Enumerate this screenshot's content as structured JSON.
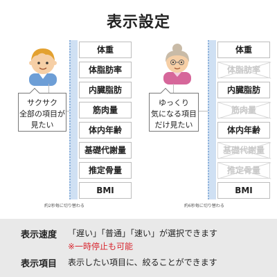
{
  "title": "表示設定",
  "left": {
    "bubble_lines": [
      "サクサク",
      "全部の項目が",
      "見たい"
    ],
    "items": [
      {
        "label": "体重",
        "enabled": true
      },
      {
        "label": "体脂肪率",
        "enabled": true
      },
      {
        "label": "内臓脂肪",
        "enabled": true
      },
      {
        "label": "筋肉量",
        "enabled": true
      },
      {
        "label": "体内年齢",
        "enabled": true
      },
      {
        "label": "基礎代謝量",
        "enabled": true
      },
      {
        "label": "推定骨量",
        "enabled": true
      },
      {
        "label": "BMI",
        "enabled": true
      }
    ],
    "caption": "約2秒毎に切り替わる"
  },
  "right": {
    "bubble_lines": [
      "ゆっくり",
      "気になる項目",
      "だけ見たい"
    ],
    "items": [
      {
        "label": "体重",
        "enabled": true
      },
      {
        "label": "体脂肪率",
        "enabled": false
      },
      {
        "label": "内臓脂肪",
        "enabled": true
      },
      {
        "label": "筋肉量",
        "enabled": false
      },
      {
        "label": "体内年齢",
        "enabled": true
      },
      {
        "label": "基礎代謝量",
        "enabled": false
      },
      {
        "label": "推定骨量",
        "enabled": false
      },
      {
        "label": "BMI",
        "enabled": true
      }
    ],
    "caption": "約6秒毎に切り替わる"
  },
  "info": {
    "speed_label": "表示速度",
    "speed_text": "「遅い」「普通」「速い」が選択できます",
    "speed_note": "※一時停止も可能",
    "items_label": "表示項目",
    "items_text": "表示したい項目に、絞ることができます"
  },
  "colors": {
    "spine": "#cfe0f3",
    "info_bg": "#e9e9e9",
    "note": "#d8262f"
  }
}
